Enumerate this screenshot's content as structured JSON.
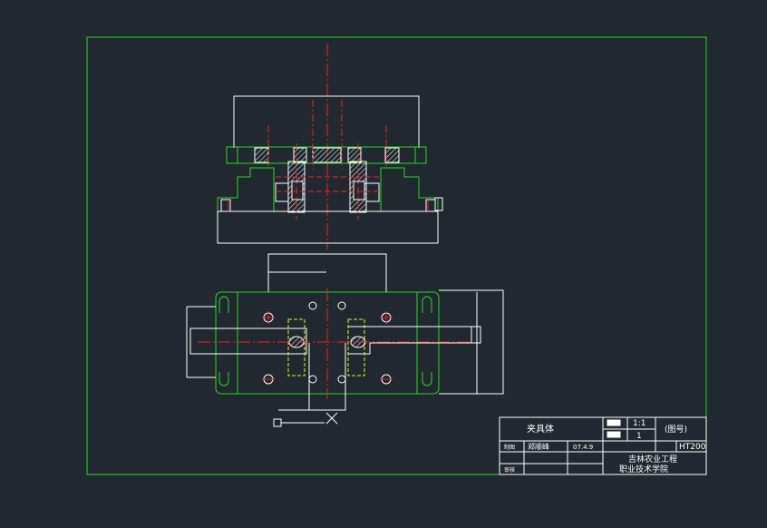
{
  "title_block": {
    "part_name": "夹具体",
    "scale": "1:1",
    "drawing_no": "(图号)",
    "quantity": "1",
    "material": "HT200",
    "drawn_label": "制图",
    "designer": "郑顺峰",
    "date": "07.4.9",
    "review_label": "审核",
    "school_line1": "吉林农业工程",
    "school_line2": "职业技术学院"
  },
  "colors": {
    "background": "#212830",
    "border": "#22dd22",
    "outline": "#ffffff",
    "centerline": "#ee2222",
    "hidden": "#eeee22",
    "hatch": "#ffffff"
  }
}
